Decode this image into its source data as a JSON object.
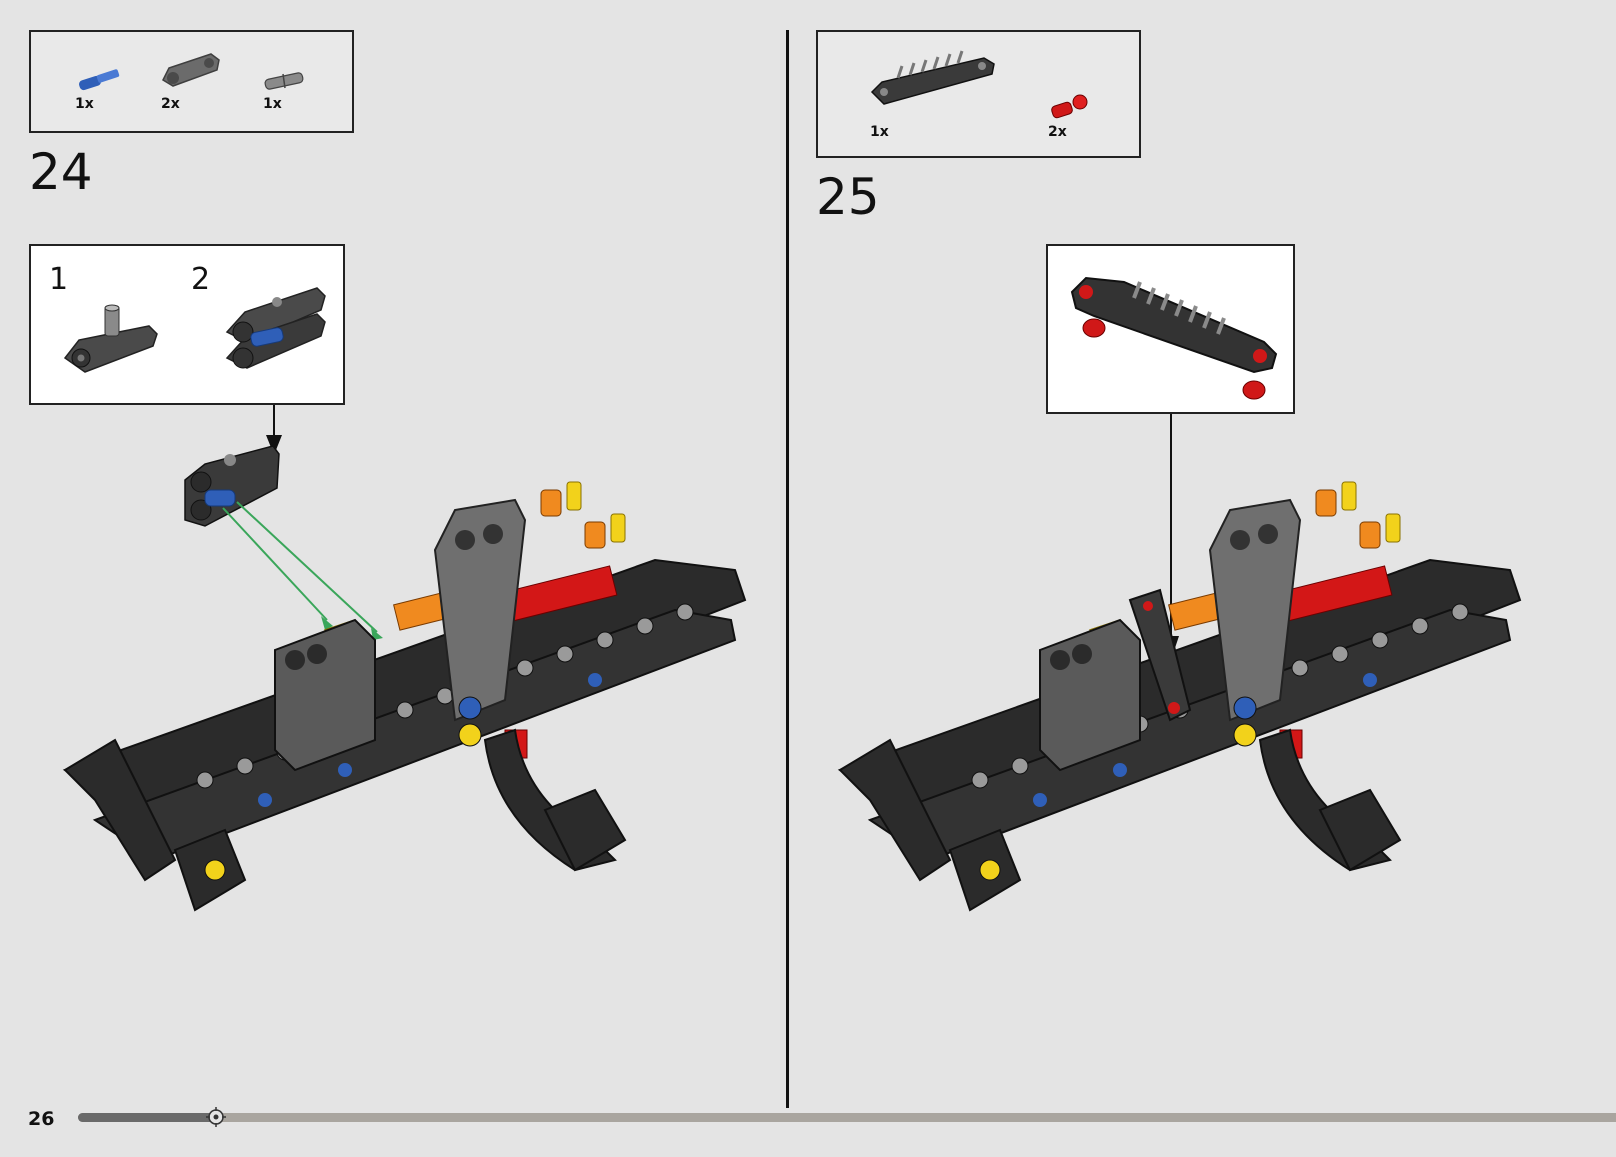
{
  "page": {
    "number": "26"
  },
  "progress": {
    "fraction": 0.09
  },
  "steps": [
    {
      "number": "24",
      "parts": [
        {
          "qty": "1x",
          "icon": "blue-axle-pin-icon",
          "color": "#2f5fb8"
        },
        {
          "qty": "2x",
          "icon": "gray-beam-connector-icon",
          "color": "#6b6b6b"
        },
        {
          "qty": "1x",
          "icon": "gray-pin-icon",
          "color": "#8a8a8a"
        }
      ],
      "substeps": [
        "1",
        "2"
      ]
    },
    {
      "number": "25",
      "parts": [
        {
          "qty": "1x",
          "icon": "gear-rack-icon",
          "color": "#3a3a3a"
        },
        {
          "qty": "2x",
          "icon": "red-ball-pin-icon",
          "color": "#d01818"
        }
      ]
    }
  ],
  "colors": {
    "background": "#e4e4e4",
    "black_beam": "#2b2b2b",
    "gray_part": "#6f6f6f",
    "red_part": "#d31717",
    "yellow_part": "#f2d21b",
    "orange_part": "#f08a1f",
    "blue_part": "#2f5fb8",
    "guide_arrow": "#3aa65a"
  }
}
